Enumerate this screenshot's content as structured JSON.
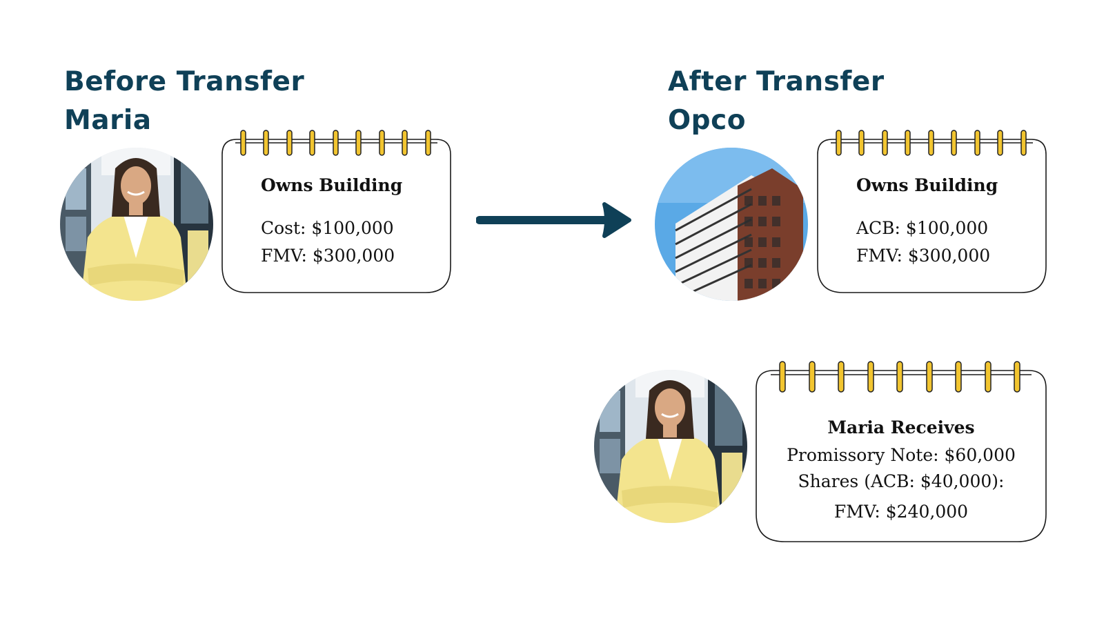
{
  "before": {
    "heading": "Before Transfer",
    "owner": "Maria",
    "card": {
      "title": "Owns Building",
      "line1": "Cost: $100,000",
      "line2": "FMV: $300,000"
    }
  },
  "after": {
    "heading": "After Transfer",
    "owner": "Opco",
    "card": {
      "title": "Owns Building",
      "line1": "ACB: $100,000",
      "line2": "FMV: $300,000"
    }
  },
  "receives": {
    "title": "Maria Receives",
    "line1": "Promissory Note: $60,000",
    "line2": "Shares (ACB: $40,000):",
    "line3": "FMV: $240,000"
  },
  "colors": {
    "heading": "#0f4057",
    "arrow": "#0f4057",
    "spiral": "#f2c530",
    "jacket": "#f3e48e"
  },
  "icons": {
    "arrow": "right-arrow-icon",
    "woman": "woman-photo",
    "building": "building-photo"
  }
}
